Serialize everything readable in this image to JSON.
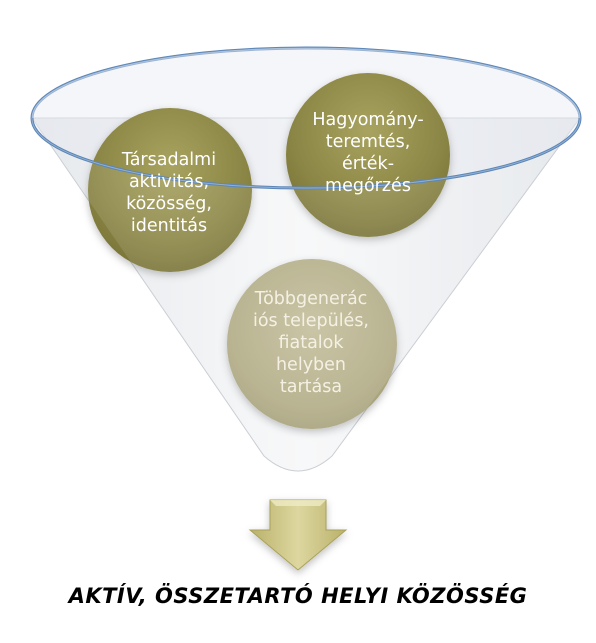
{
  "circles": [
    {
      "label": "Társadalmi\naktivitás,\nközösség,\nidentitás"
    },
    {
      "label": "Hagyomány-\nteremtés,\nérték-\nmegőrzés"
    },
    {
      "label": "Többgenerác\niós település,\nfiatalok\nhelyben\ntartása"
    }
  ],
  "result": {
    "label": "AKTÍV, ÖSSZETARTÓ HELYI KÖZÖSSÉG"
  },
  "colors": {
    "funnel_outline": "#5b86b8",
    "funnel_fill": "#eef1f4",
    "circle_olive": "#8f8a4a",
    "circle_light": "#b6b08a",
    "arrow": "#c9c281"
  }
}
